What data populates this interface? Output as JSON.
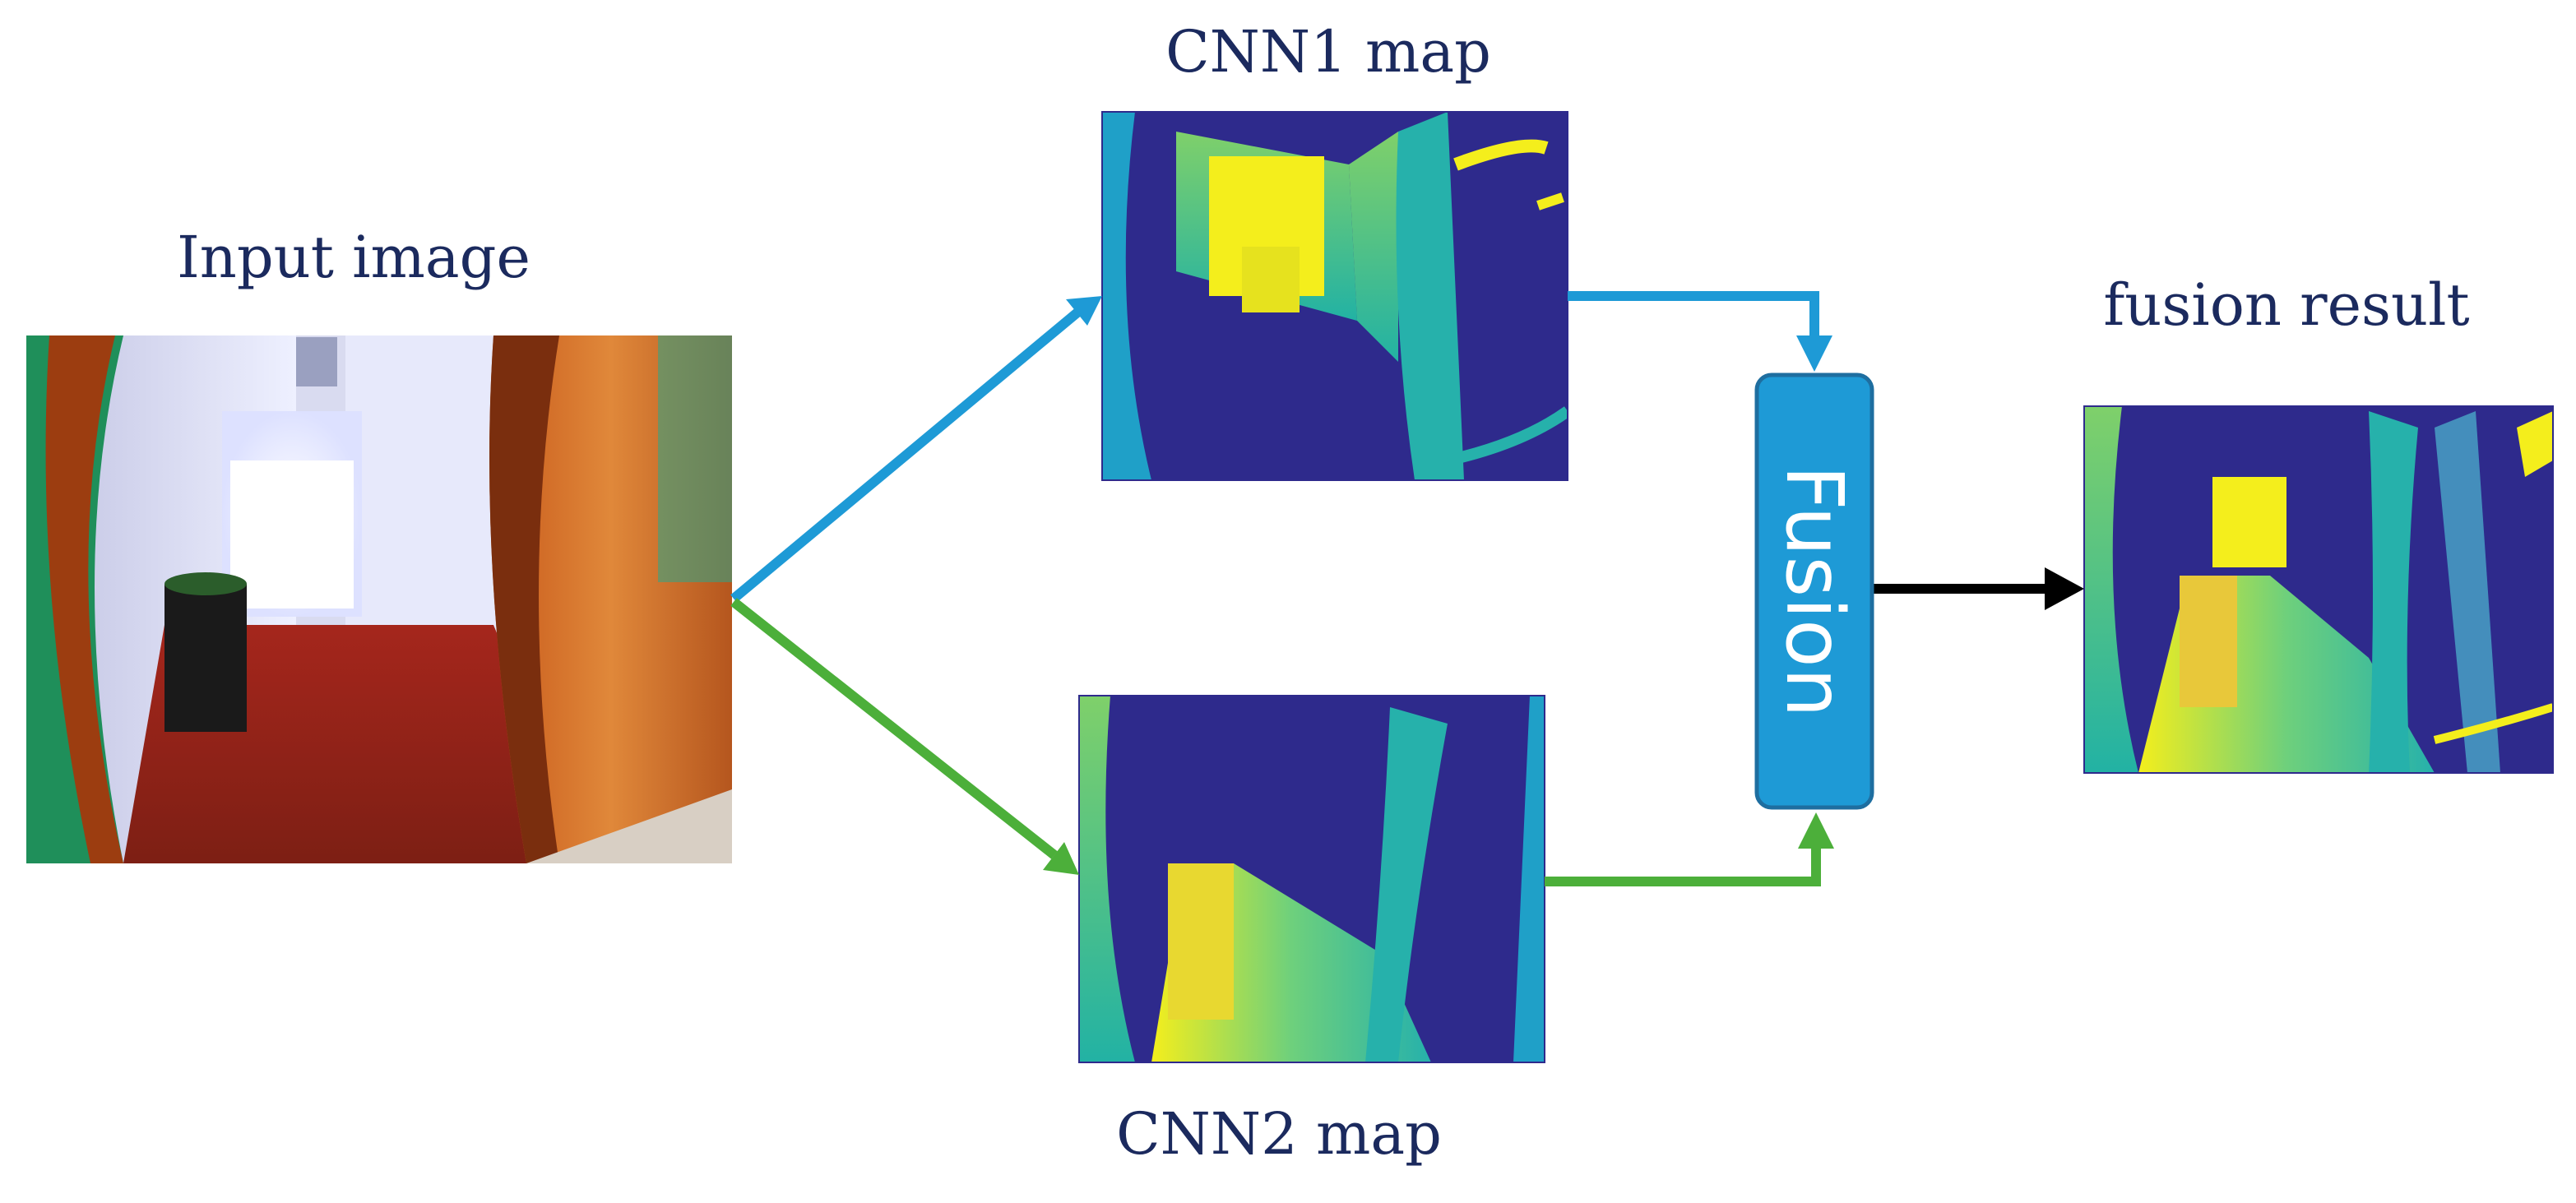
{
  "labels": {
    "input_image": "Input image",
    "cnn1_map": "CNN1 map",
    "cnn2_map": "CNN2 map",
    "fusion_result": "fusion result",
    "fusion_block": "Fusion"
  },
  "colors": {
    "caption_text": "#1b2a5e",
    "blue_arrow": "#1e9ad6",
    "green_arrow": "#4caf3a",
    "black_arrow": "#000000",
    "fusion_fill": "#1e9ad6",
    "fusion_border": "#1e6ea0",
    "map_background": "#2e2a8c",
    "map_yellow": "#f4ee1c",
    "map_teal": "#22b2a4",
    "map_cyan": "#1fa0c8"
  },
  "icons": {
    "input_photo": "hallway-photo",
    "cnn1": "cnn1-heatmap",
    "cnn2": "cnn2-heatmap",
    "fused": "fusion-heatmap"
  }
}
